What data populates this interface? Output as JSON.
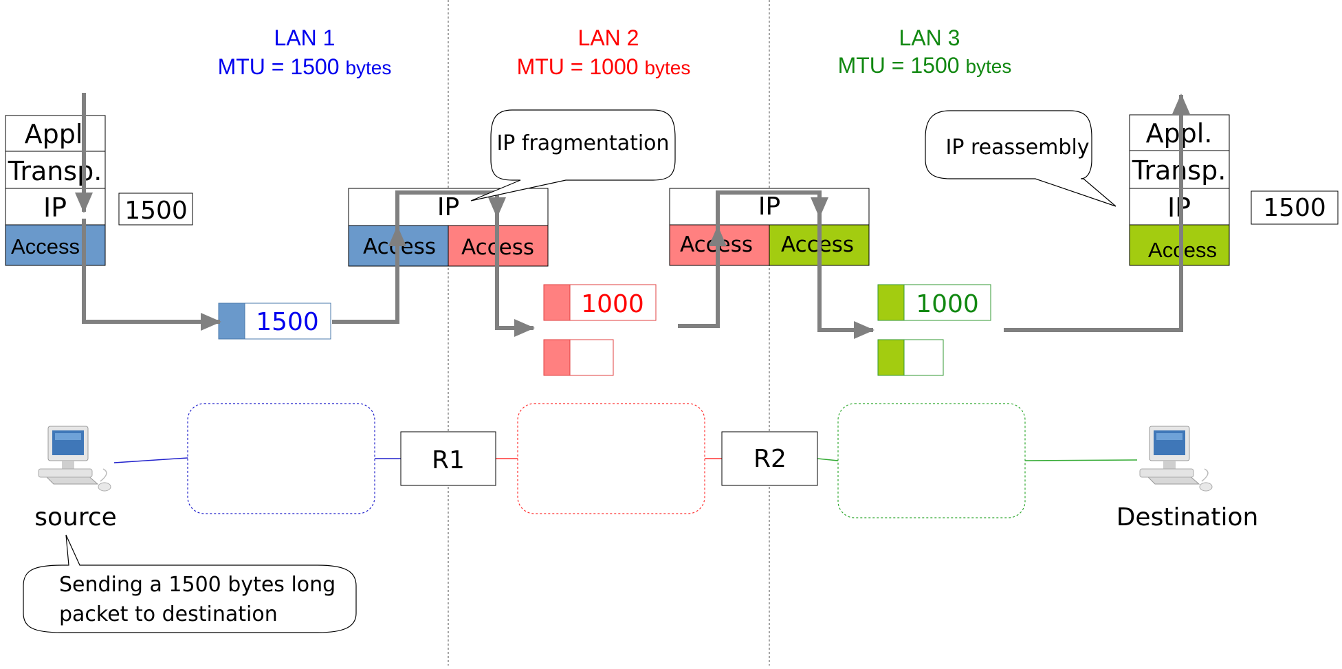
{
  "lans": [
    {
      "name": "LAN 1",
      "mtu": "MTU = 1500",
      "unit": "bytes",
      "color": "#0000ee"
    },
    {
      "name": "LAN 2",
      "mtu": "MTU = 1000",
      "unit": "bytes",
      "color": "#ff0000"
    },
    {
      "name": "LAN 3",
      "mtu": "MTU = 1500",
      "unit": "bytes",
      "color": "#118811"
    }
  ],
  "source_stack": {
    "layers": [
      "Appl",
      "Transp.",
      "IP",
      "Access"
    ],
    "packet_size": "1500"
  },
  "dest_stack": {
    "layers": [
      "Appl.",
      "Transp.",
      "IP",
      "Access"
    ],
    "packet_size": "1500"
  },
  "router1_stack": {
    "ip": "IP",
    "access_left": "Access",
    "access_right": "Access"
  },
  "router2_stack": {
    "ip": "IP",
    "access_left": "Access",
    "access_right": "Access"
  },
  "packets": {
    "lan1": "1500",
    "lan2_first": "1000",
    "lan3_first": "1000"
  },
  "routers": {
    "r1": "R1",
    "r2": "R2"
  },
  "hosts": {
    "source": "source",
    "destination": "Destination"
  },
  "callouts": {
    "fragmentation": "IP fragmentation",
    "reassembly": "IP reassembly",
    "sending_line1": "Sending a 1500 bytes long",
    "sending_line2": "packet to destination"
  },
  "colors": {
    "lan1_access": "#6a99cb",
    "lan2_access": "#ff8080",
    "lan3_access": "#a3cc10",
    "arrow": "#808080",
    "lan1_link": "#2222cc",
    "lan2_link": "#ff3333",
    "lan3_link": "#33aa33"
  }
}
